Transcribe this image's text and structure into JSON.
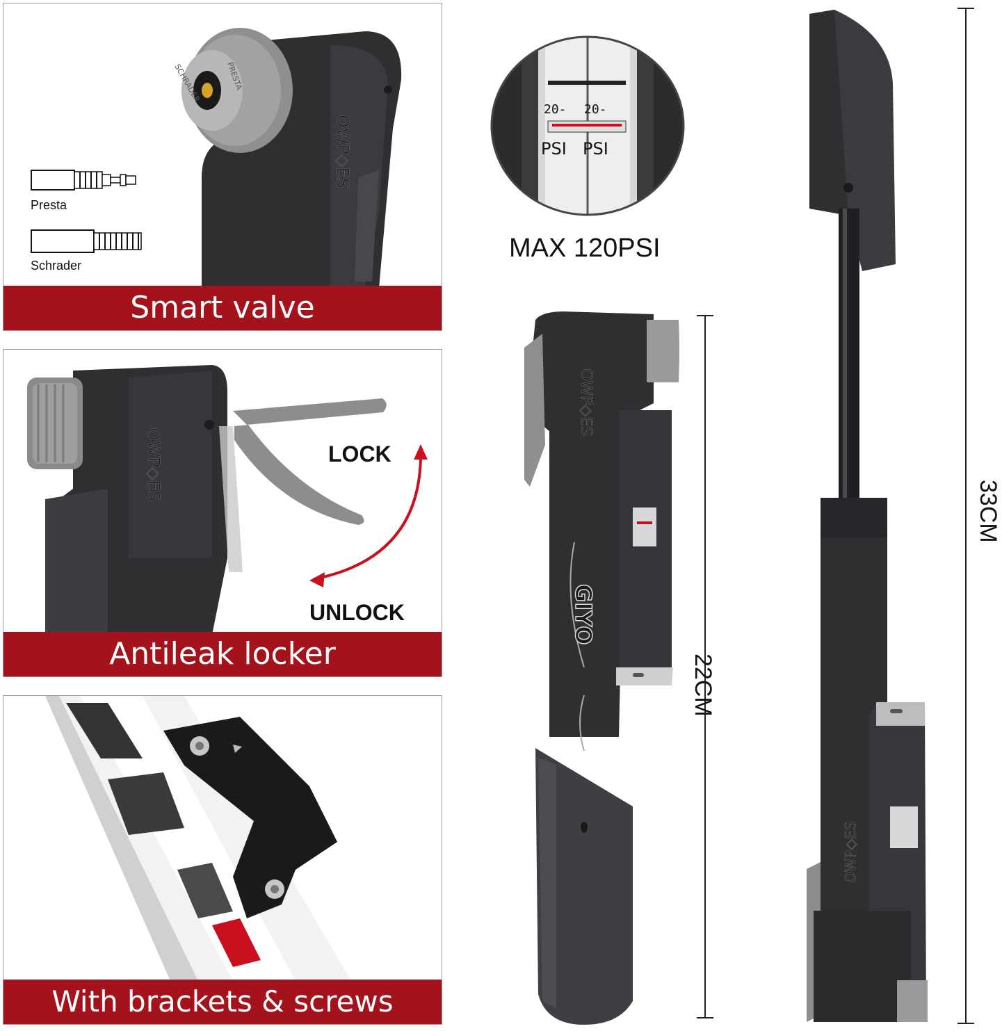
{
  "panels": {
    "smart_valve": {
      "banner": "Smart valve",
      "presta_label": "Presta",
      "schrader_label": "Schrader",
      "cap_ring_texts": [
        "SCHRADER",
        "PRESTA"
      ]
    },
    "antileak": {
      "banner": "Antileak locker",
      "lock_label": "LOCK",
      "unlock_label": "UNLOCK"
    },
    "brackets": {
      "banner": "With brackets & screws"
    }
  },
  "gauge": {
    "max_label": "MAX 120PSI",
    "scale_left": "20-",
    "scale_right": "20-",
    "unit_left": "PSI",
    "unit_right": "PSI"
  },
  "dimensions": {
    "short": "22CM",
    "long": "33CM"
  },
  "brand_logo": "GIYO",
  "colors": {
    "banner_red": "#a4121c",
    "pump_body": "#2e2f31",
    "pump_grey": "#8a8a8c",
    "arrow_red": "#c8101e"
  }
}
